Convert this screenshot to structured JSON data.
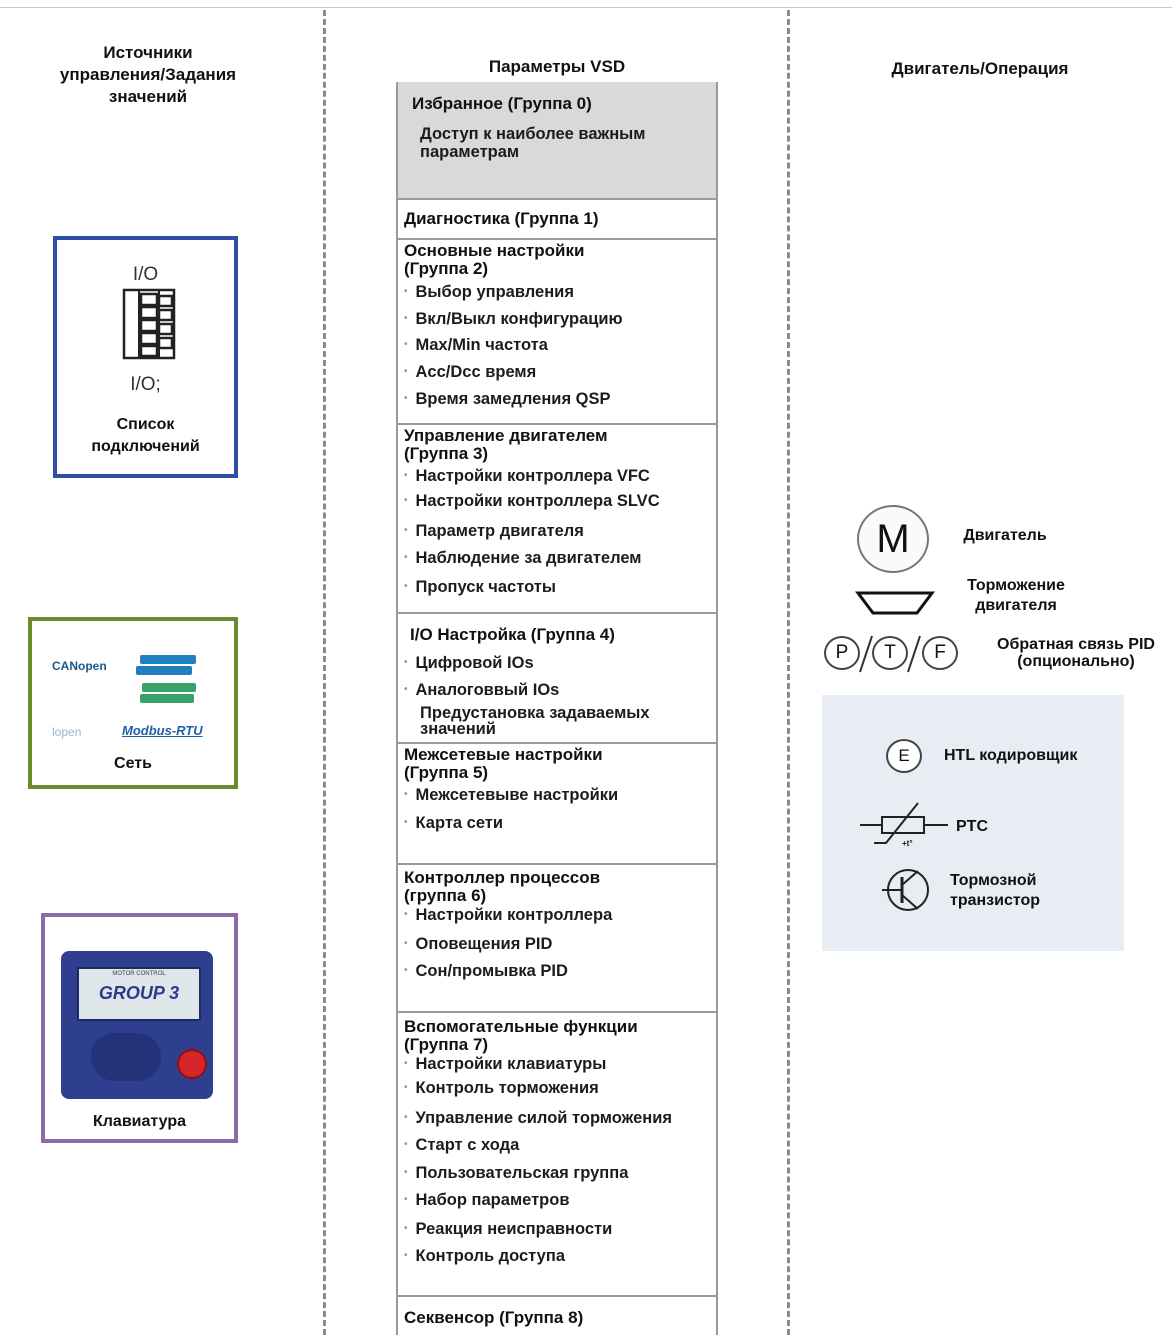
{
  "columns": {
    "left": "Источники\nуправления/Задания\nзначений",
    "middle": "Параметры VSD",
    "right": "Двигатель/Операция"
  },
  "sources": {
    "io": {
      "top_label": "I/O",
      "bottom_label": "I/O;",
      "caption": "Список\nподключений",
      "border_color": "#2e4fa3"
    },
    "network": {
      "caption": "Сеть",
      "logo_can": "CANopen",
      "logo_modbus": "Modbus-RTU",
      "logo_side": "lopen",
      "border_color": "#6b8a2c"
    },
    "keypad": {
      "caption": "Клавиатура",
      "screen_small": "MOTOR CONTROL",
      "screen_text": "GROUP 3",
      "border_color": "#8a6aa8"
    }
  },
  "groups": [
    {
      "title": "Избранное (Группа 0)",
      "items": [
        "Доступ к наиболее важным\nпараметрам"
      ]
    },
    {
      "title": "Диагностика (Группа 1)",
      "items": []
    },
    {
      "title": "Основные настройки\n(Группа 2)",
      "items": [
        "Выбор управления",
        "Вкл/Выкл конфигурацию",
        "Max/Min частота",
        "Acc/Dcc время",
        "Время замедления QSP"
      ]
    },
    {
      "title": "Управление двигателем\n(Группа 3)",
      "items": [
        "Настройки контроллера VFC",
        "Настройки контроллера SLVC",
        "Параметр двигателя",
        "Наблюдение за двигателем",
        "Пропуск частоты"
      ]
    },
    {
      "title": "I/O Настройка (Группа 4)",
      "items": [
        "Цифровой IOs",
        "Аналоговвый IOs",
        "Предустановка задаваемых\nзначений"
      ]
    },
    {
      "title": "Межсетевые настройки\n(Группа 5)",
      "items": [
        "Межсетевыве настройки",
        "Карта сети"
      ]
    },
    {
      "title": "Контроллер процессов\n(группа 6)",
      "items": [
        "Настройки контроллера",
        "Оповещения PID",
        "Сон/промывка PID"
      ]
    },
    {
      "title": "Вспомогательные функции\n(Группа 7)",
      "items": [
        "Настройки клавиатуры",
        "Контроль торможения",
        "Управление силой торможения",
        "Старт с хода",
        "Пользовательская группа",
        "Набор параметров",
        "Реакция неисправности",
        "Контроль доступа"
      ]
    },
    {
      "title": "Секвенсор (Группа 8)",
      "items": []
    }
  ],
  "motor": {
    "motor_symbol": "M",
    "motor_label": "Двигатель",
    "brake_label": "Торможение\nдвигателя",
    "pid_symbols": [
      "P",
      "T",
      "F"
    ],
    "pid_label": "Обратная связь PID\n(опционально)",
    "encoder_symbol": "E",
    "encoder_label": "HTL кодировщик",
    "ptc_label": "PTC",
    "ptc_small": "+t°",
    "transistor_label": "Тормозной\nтранзистор"
  }
}
